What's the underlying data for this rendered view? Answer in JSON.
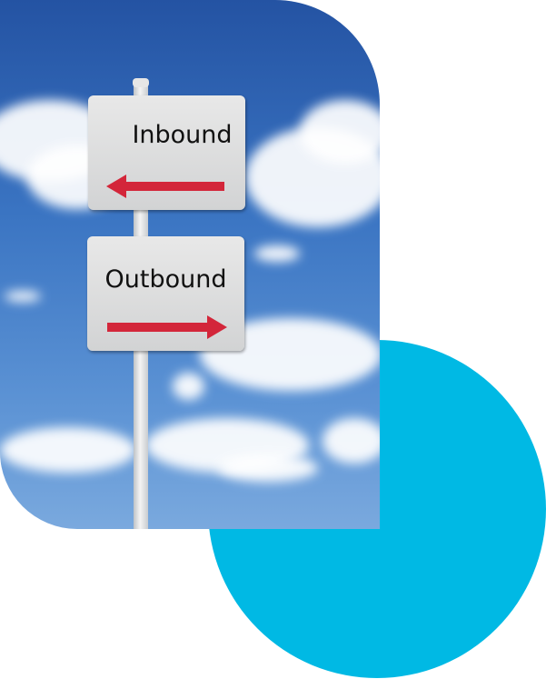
{
  "colors": {
    "circle": "#00b9e4",
    "arrow": "#d3263a"
  },
  "signs": [
    {
      "label": "Inbound",
      "direction": "left"
    },
    {
      "label": "Outbound",
      "direction": "right"
    }
  ]
}
